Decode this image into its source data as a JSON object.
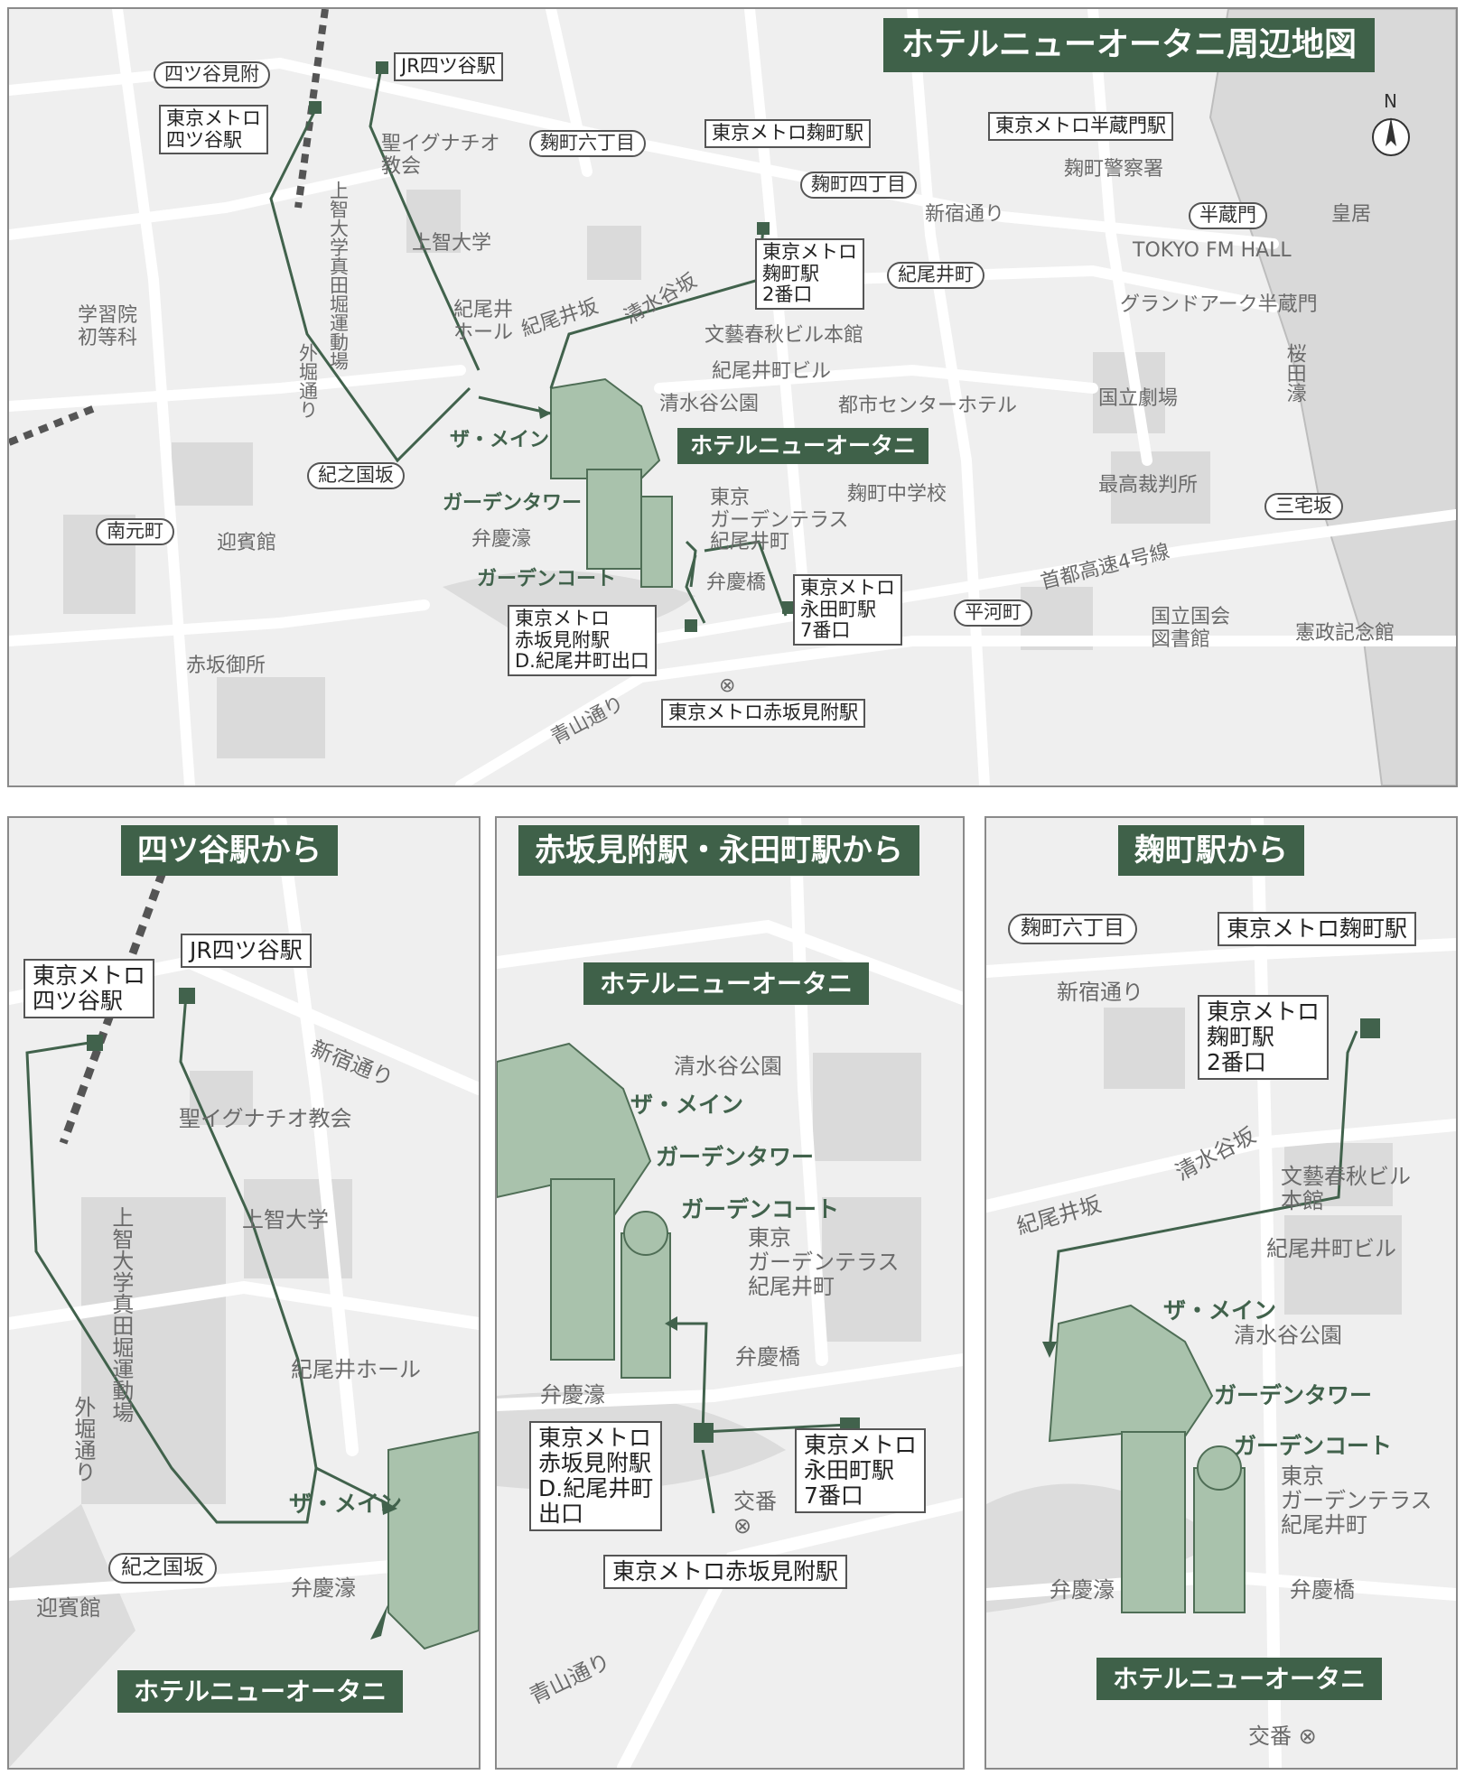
{
  "main": {
    "title": "ホテルニューオータニ周辺地図",
    "compass": "N",
    "hotel": "ホテルニューオータニ",
    "buildings": [
      "ザ・メイン",
      "ガーデンタワー",
      "ガーデンコート"
    ],
    "pills": [
      "四ツ谷見附",
      "麹町六丁目",
      "麹町四丁目",
      "半蔵門",
      "紀尾井町",
      "紀之国坂",
      "南元町",
      "三宅坂",
      "平河町"
    ],
    "boxes": {
      "jr_yotsuya": "JR四ツ谷駅",
      "metro_yotsuya": [
        "東京メトロ",
        "四ツ谷駅"
      ],
      "metro_kojimachi": "東京メトロ麹町駅",
      "metro_hanzomon": "東京メトロ半蔵門駅",
      "kojimachi_exit": [
        "東京メトロ",
        "麹町駅",
        "2番口"
      ],
      "akasaka_exit": [
        "東京メトロ",
        "赤坂見附駅",
        "D.紀尾井町出口"
      ],
      "nagatacho_exit": [
        "東京メトロ",
        "永田町駅",
        "7番口"
      ],
      "akasaka_station": "東京メトロ赤坂見附駅"
    },
    "places": {
      "church": [
        "聖イグナチオ",
        "教会"
      ],
      "sophia": "上智大学",
      "kioi_hall": [
        "紀尾井",
        "ホール"
      ],
      "gakushuin": [
        "学習院",
        "初等科"
      ],
      "field": "上智大学真田堀運動場",
      "sotobori": "外堀通り",
      "geihinkan": "迎賓館",
      "akasaka_gosho": "赤坂御所",
      "benkeibori": "弁慶濠",
      "benkeibashi": "弁慶橋",
      "aoyama": "青山通り",
      "kioizaka": "紀尾井坂",
      "shimizudani_saka": "清水谷坂",
      "bunshun": "文藝春秋ビル本館",
      "kioicho_bldg": "紀尾井町ビル",
      "shimizudani_park": "清水谷公園",
      "toshi_center": "都市センターホテル",
      "garden_terrace": [
        "東京",
        "ガーデンテラス",
        "紀尾井町"
      ],
      "kojimachi_jhs": "麹町中学校",
      "police": "麹町警察署",
      "shinjuku_dori": "新宿通り",
      "kokyo": "皇居",
      "fm_hall": "TOKYO FM HALL",
      "grand_arc": "グランドアーク半蔵門",
      "theatre": "国立劇場",
      "supreme_court": "最高裁判所",
      "sakuradabori": "桜田濠",
      "expressway": "首都高速4号線",
      "diet_library": [
        "国立国会",
        "図書館"
      ],
      "kensei": "憲政記念館"
    }
  },
  "yotsuya": {
    "title": "四ツ谷駅から",
    "jr": "JR四ツ谷駅",
    "metro": [
      "東京メトロ",
      "四ツ谷駅"
    ],
    "shinjuku_dori": "新宿通り",
    "church": "聖イグナチオ教会",
    "sophia": "上智大学",
    "field": "上智大学真田堀運動場",
    "kioi_hall": "紀尾井ホール",
    "sotobori": "外堀通り",
    "main": "ザ・メイン",
    "kinokunizaka": "紀之国坂",
    "geihinkan": "迎賓館",
    "benkeibori": "弁慶濠",
    "hotel": "ホテルニューオータニ"
  },
  "akasaka": {
    "title": "赤坂見附駅・永田町駅から",
    "hotel": "ホテルニューオータニ",
    "park": "清水谷公園",
    "main": "ザ・メイン",
    "tower": "ガーデンタワー",
    "court": "ガーデンコート",
    "terrace": [
      "東京",
      "ガーデンテラス",
      "紀尾井町"
    ],
    "benkeibashi": "弁慶橋",
    "benkeibori": "弁慶濠",
    "exit_d": [
      "東京メトロ",
      "赤坂見附駅",
      "D.紀尾井町",
      "出口"
    ],
    "exit_7": [
      "東京メトロ",
      "永田町駅",
      "7番口"
    ],
    "koban": "交番",
    "station": "東京メトロ赤坂見附駅",
    "aoyama": "青山通り"
  },
  "kojimachi": {
    "title": "麹町駅から",
    "pill": "麹町六丁目",
    "station": "東京メトロ麹町駅",
    "shinjuku_dori": "新宿通り",
    "exit": [
      "東京メトロ",
      "麹町駅",
      "2番口"
    ],
    "shimizudani_saka": "清水谷坂",
    "kioizaka": "紀尾井坂",
    "bunshun": [
      "文藝春秋ビル",
      "本館"
    ],
    "kioicho_bldg": "紀尾井町ビル",
    "main": "ザ・メイン",
    "park": "清水谷公園",
    "tower": "ガーデンタワー",
    "court": "ガーデンコート",
    "terrace": [
      "東京",
      "ガーデンテラス",
      "紀尾井町"
    ],
    "benkeibori": "弁慶濠",
    "benkeibashi": "弁慶橋",
    "hotel": "ホテルニューオータニ",
    "koban": "交番"
  }
}
